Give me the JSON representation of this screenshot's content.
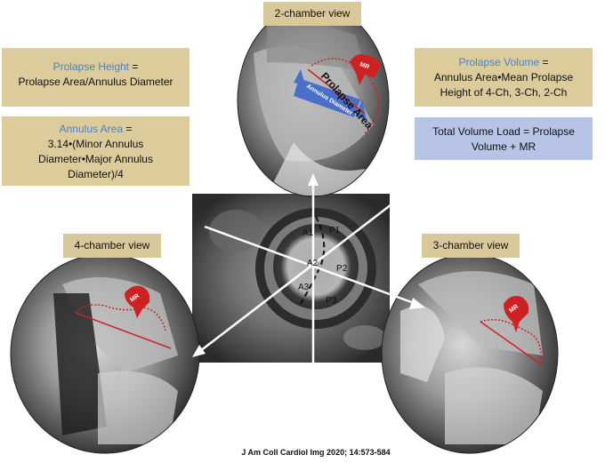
{
  "views": {
    "two_chamber": "2-chamber view",
    "four_chamber": "4-chamber view",
    "three_chamber": "3-chamber view"
  },
  "formulas": {
    "prolapse_height": {
      "term": "Prolapse Height",
      "equals": " =",
      "definition": "Prolapse Area/Annulus Diameter"
    },
    "annulus_area": {
      "term": "Annulus Area",
      "equals": " =",
      "definition": "3.14•(Minor Annulus Diameter•Major Annulus Diameter)/4"
    },
    "prolapse_volume": {
      "term": "Prolapse Volume",
      "equals": " =",
      "definition": "Annulus Area•Mean Prolapse Height of 4-Ch, 3-Ch, 2-Ch"
    },
    "total_volume": "Total Volume Load = Prolapse Volume + MR"
  },
  "annotations": {
    "prolapse_area": "Prolapse Area",
    "annulus_diameter": "Annulus Diameter",
    "mr": "MR"
  },
  "scallops": {
    "a1": "A1",
    "a2": "A2",
    "a3": "A3",
    "p1": "P1",
    "p2": "P2",
    "p3": "P3"
  },
  "citation": "J Am Coll Cardiol Img 2020; 14:573-584",
  "colors": {
    "label_background": "#d9c99a",
    "highlight_text": "#4a82c8",
    "total_box": "#b7c4e6",
    "annulus_bar": "#4a6fc8",
    "mr_red": "#cc2222"
  }
}
